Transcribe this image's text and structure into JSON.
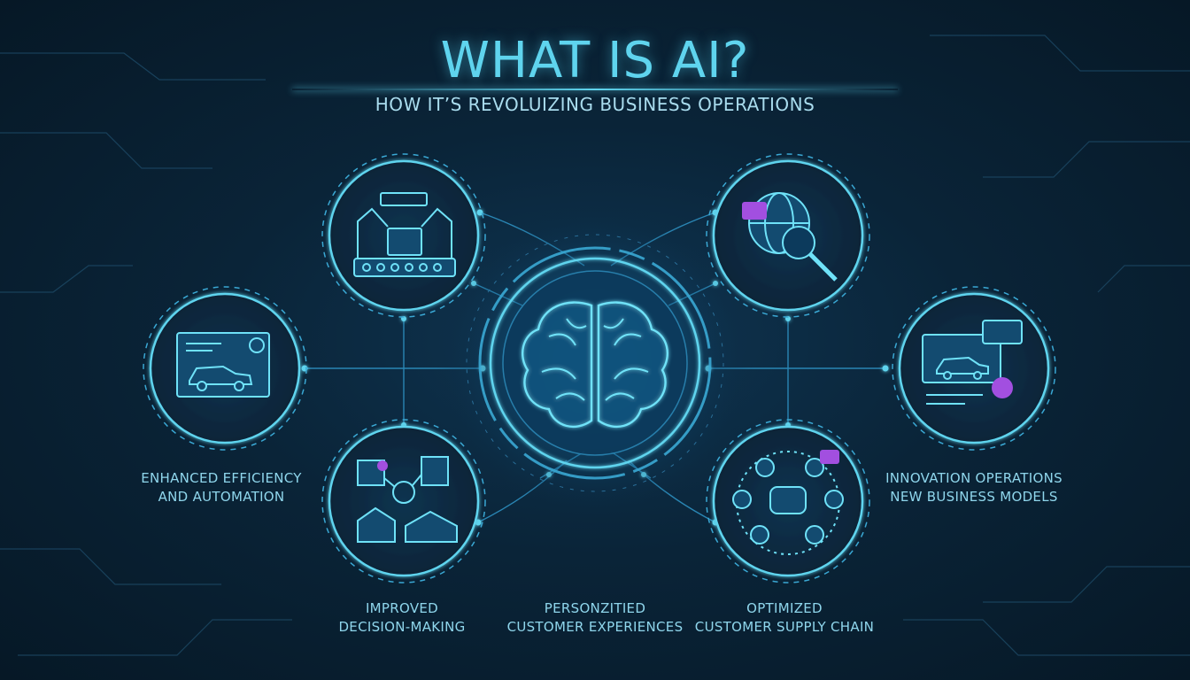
{
  "header": {
    "title": "WHAT IS AI?",
    "subtitle": "HOW IT’S REVOLUIZING  BUSINESS OPERATIONS"
  },
  "center": {
    "icon": "brain-icon"
  },
  "nodes": [
    {
      "id": "factory",
      "icon": "robot-arms-assembly-line-icon"
    },
    {
      "id": "dashboard-left",
      "icon": "car-dashboard-icon"
    },
    {
      "id": "houses",
      "icon": "smart-houses-icon"
    },
    {
      "id": "globe",
      "icon": "globe-magnifier-icon"
    },
    {
      "id": "dashboard-right",
      "icon": "car-screen-chat-icon"
    },
    {
      "id": "people",
      "icon": "customer-network-chat-icon"
    }
  ],
  "labels": {
    "efficiency": [
      "ENHANCED EFFICIENCY",
      "AND AUTOMATION"
    ],
    "innovation": [
      "INNOVATION OPERATIONS",
      "NEW BUSINESS MODELS"
    ],
    "decision": [
      "IMPROVED",
      "DECISION-MAKING"
    ],
    "personalized": [
      "PERSONZITIED",
      "CUSTOMER EXPERIENCES"
    ],
    "supply": [
      "OPTIMIZED",
      "CUSTOMER SUPPLY CHAIN"
    ]
  },
  "colors": {
    "accent": "#5fd4ee",
    "glow": "#37c3ea",
    "purple": "#a24fe0",
    "background": "#0a2438"
  }
}
